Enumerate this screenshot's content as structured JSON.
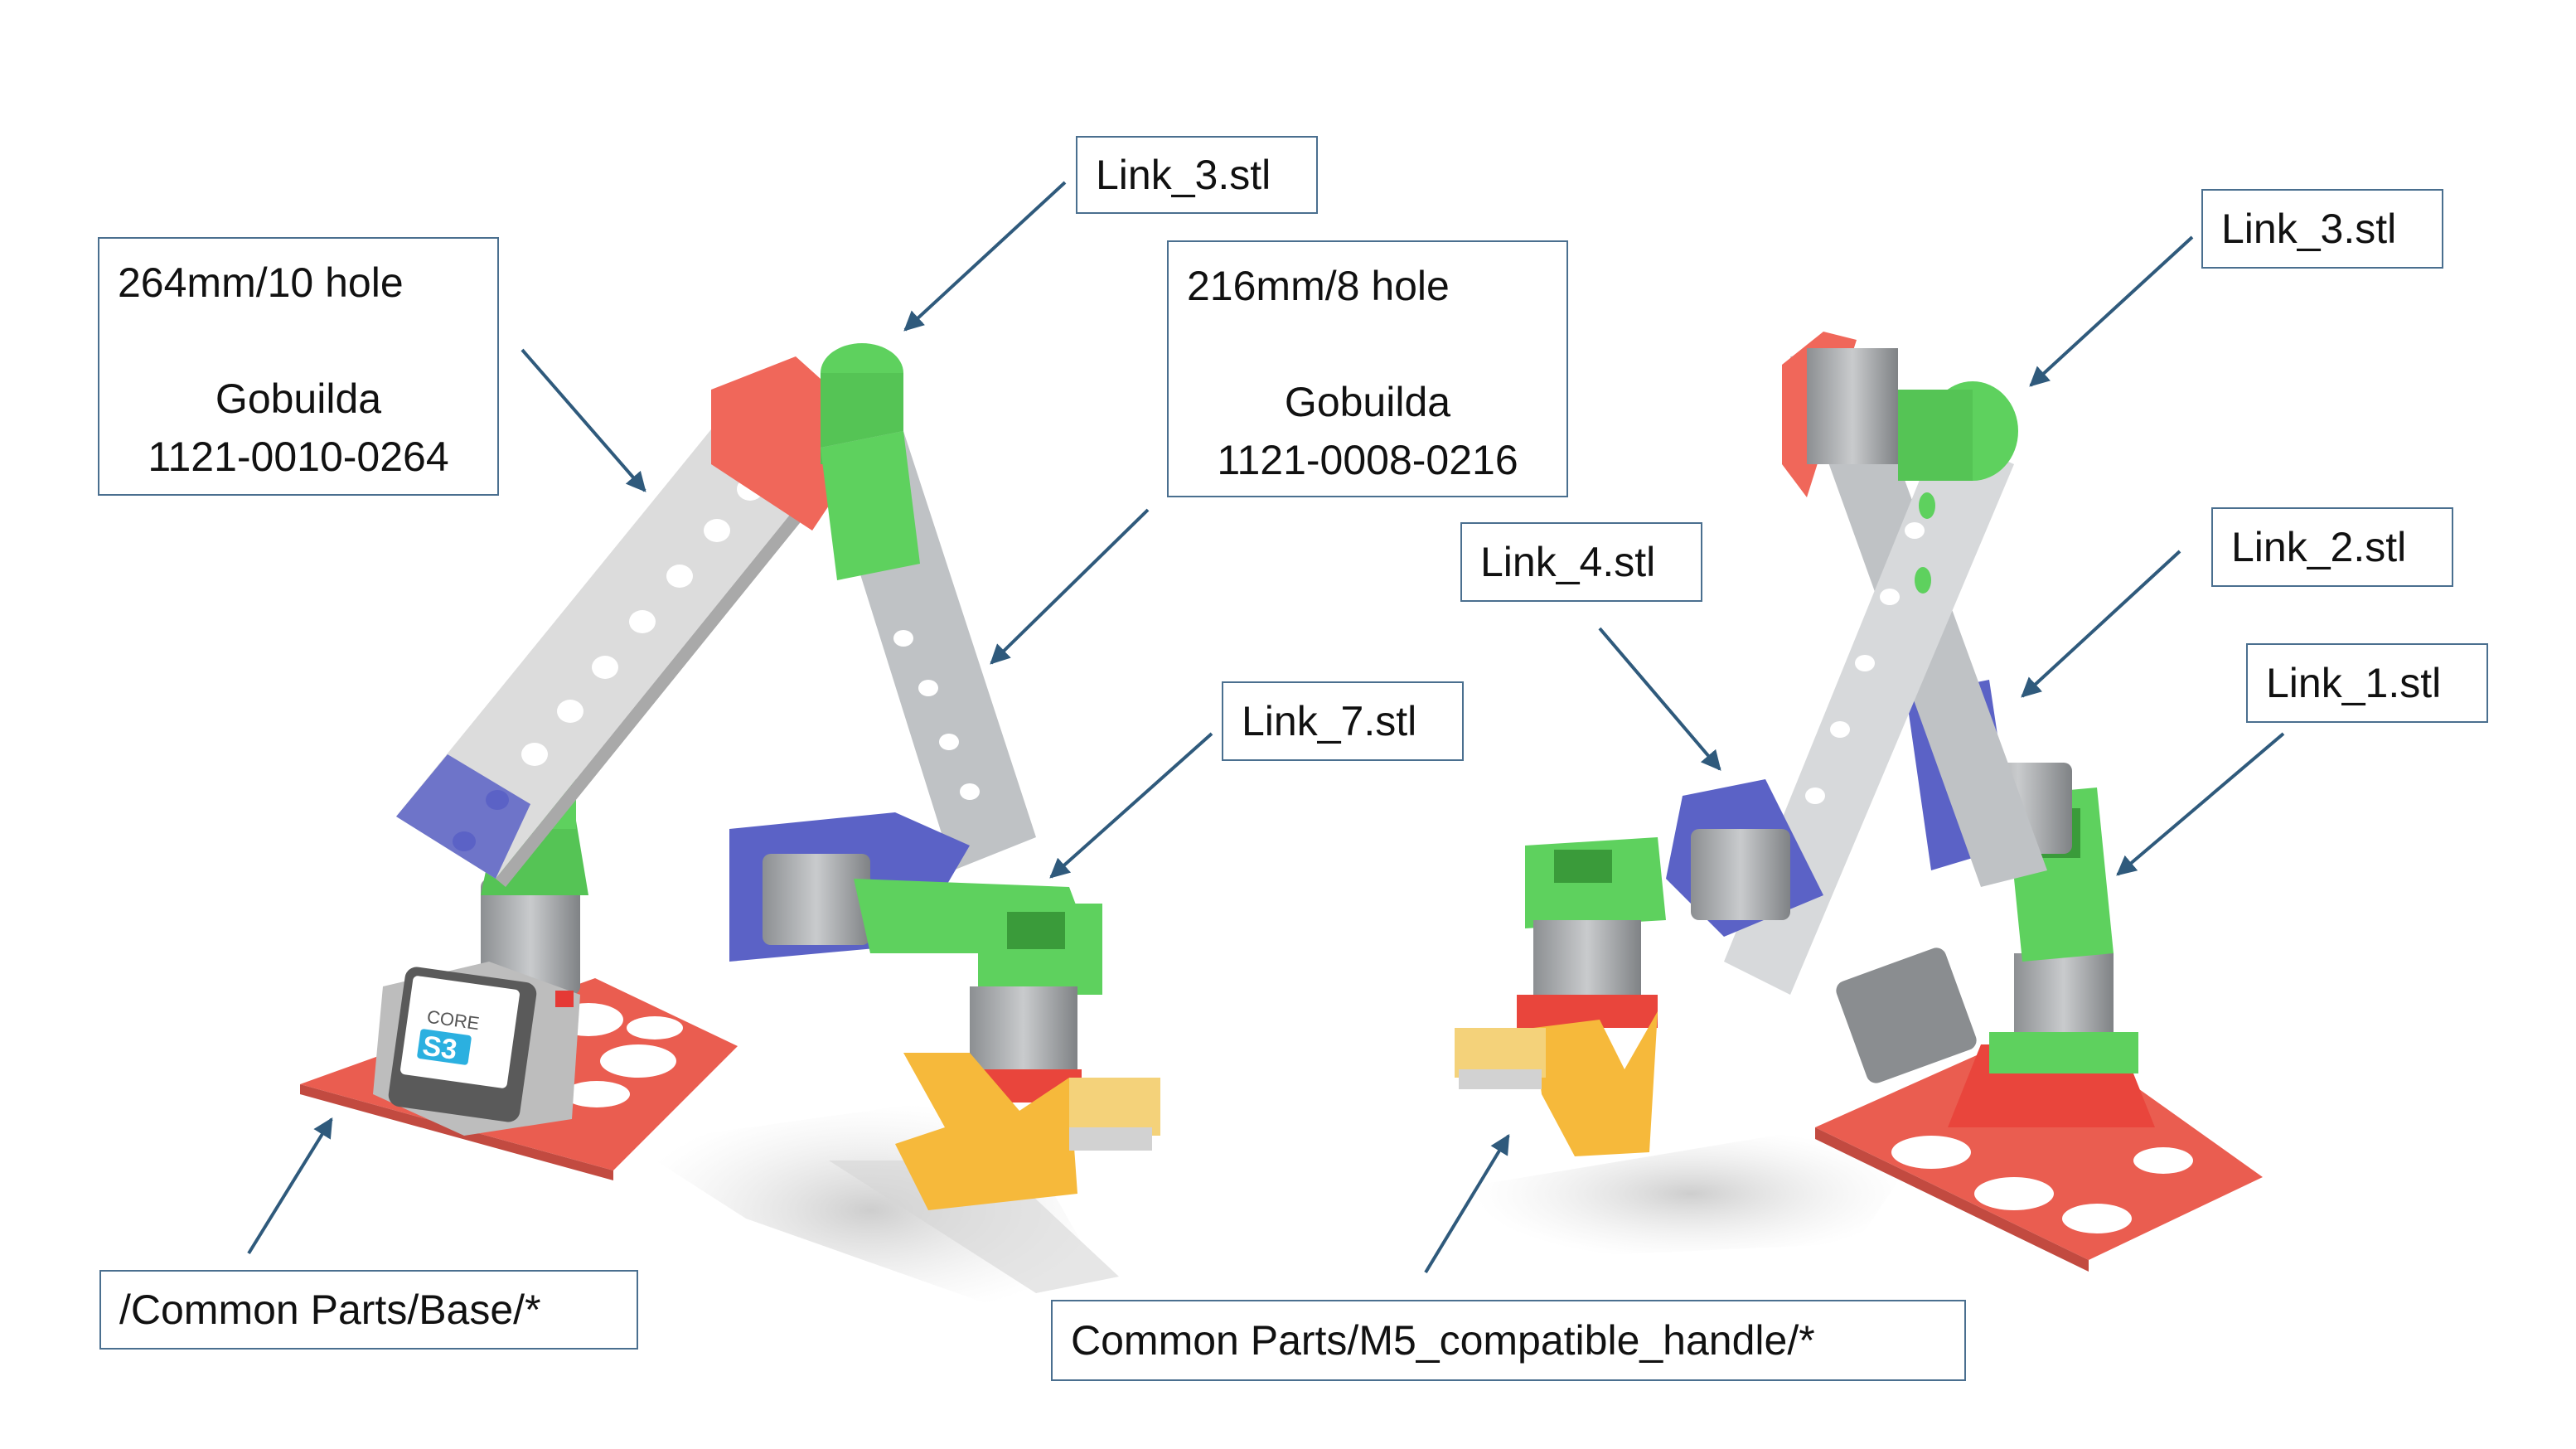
{
  "labels": {
    "left_link3": "Link_3.stl",
    "plate264_size": "264mm/10 hole",
    "plate264_brand": "Gobuilda",
    "plate264_part": "1121-0010-0264",
    "plate216_size": "216mm/8 hole",
    "plate216_brand": "Gobuilda",
    "plate216_part": "1121-0008-0216",
    "left_link7": "Link_7.stl",
    "base_path": "/Common Parts/Base/*",
    "right_link3": "Link_3.stl",
    "right_link4": "Link_4.stl",
    "right_link2": "Link_2.stl",
    "right_link1": "Link_1.stl",
    "handle_path": "Common Parts/M5_compatible_handle/*"
  },
  "display_text": {
    "core": "CORE",
    "s3": "S3"
  },
  "colors": {
    "arrow": "#2f5a7c",
    "border": "#4a6f8f",
    "red_part": "#f0675a",
    "green_part": "#5ed15e",
    "blue_part": "#5b62c6",
    "yellow_part": "#f6b93b",
    "grey_metal": "#b9bcbf",
    "white_plate": "#dadada"
  }
}
